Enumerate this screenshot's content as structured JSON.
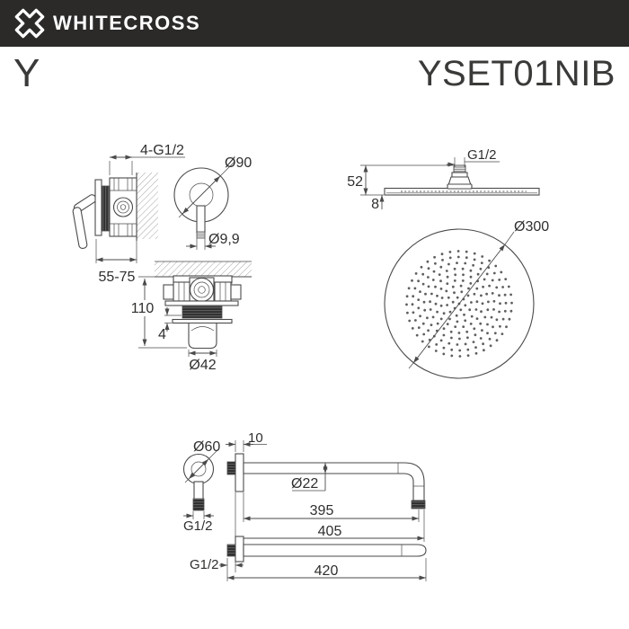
{
  "header": {
    "brand": "WHITECROSS",
    "bar_color": "#2B2A29",
    "logo_icon": "x-cross-icon"
  },
  "title": {
    "series": "Y",
    "model": "YSET01NIB",
    "text_color": "#3A3A39"
  },
  "drawing": {
    "line_color": "#4a4a4a",
    "mixer": {
      "connections_thread": "4-G1/2",
      "mount_depth_range": "55-75",
      "escutcheon_diameter": "Ø90",
      "handle_stem_diameter": "Ø9,9",
      "body_height": "110",
      "plate_gap": "4",
      "handle_base_diameter": "Ø42"
    },
    "head": {
      "thread": "G1/2",
      "connector_height": "52",
      "disc_thickness": "8",
      "disc_diameter": "Ø300",
      "dot_color": "#5f5f5f",
      "dot_radius": 1.4,
      "dot_rings": [
        {
          "r": 0,
          "n": 1
        },
        {
          "r": 7,
          "n": 6
        },
        {
          "r": 13.5,
          "n": 10
        },
        {
          "r": 20,
          "n": 14
        },
        {
          "r": 26,
          "n": 18
        },
        {
          "r": 32.5,
          "n": 23
        },
        {
          "r": 39,
          "n": 27
        },
        {
          "r": 45.5,
          "n": 31
        },
        {
          "r": 52,
          "n": 36
        },
        {
          "r": 58.5,
          "n": 40
        }
      ]
    },
    "arm": {
      "flange_diameter": "Ø60",
      "flange_thread": "G1/2",
      "wall_plate_thickness": "10",
      "tube_diameter": "Ø22",
      "length_to_axis": "395",
      "length_overall": "405",
      "straight_thread": "G1/2",
      "straight_length": "420"
    }
  }
}
